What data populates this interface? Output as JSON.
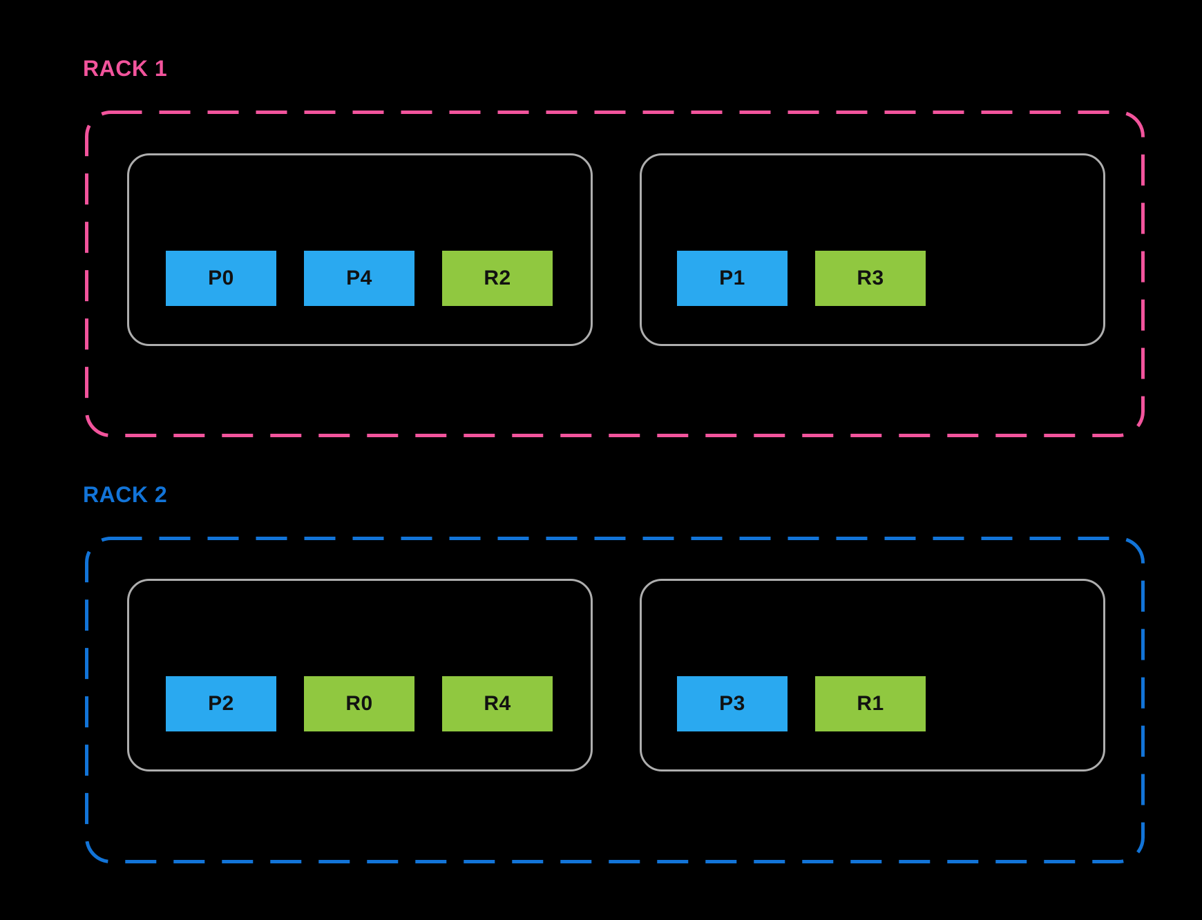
{
  "diagram": {
    "colors": {
      "background": "#000000",
      "rack1_accent": "#F2549C",
      "rack2_accent": "#1274D8",
      "node_border": "#AEAEAE",
      "block_blue": "#2AA9F0",
      "block_green": "#90C840",
      "block_text": "#111111"
    },
    "racks": [
      {
        "label": "RACK 1",
        "accent": "#F2549C",
        "nodes": [
          {
            "blocks": [
              {
                "label": "P0",
                "color": "#2AA9F0"
              },
              {
                "label": "P4",
                "color": "#2AA9F0"
              },
              {
                "label": "R2",
                "color": "#90C840"
              }
            ]
          },
          {
            "blocks": [
              {
                "label": "P1",
                "color": "#2AA9F0"
              },
              {
                "label": "R3",
                "color": "#90C840"
              }
            ]
          }
        ]
      },
      {
        "label": "RACK 2",
        "accent": "#1274D8",
        "nodes": [
          {
            "blocks": [
              {
                "label": "P2",
                "color": "#2AA9F0"
              },
              {
                "label": "R0",
                "color": "#90C840"
              },
              {
                "label": "R4",
                "color": "#90C840"
              }
            ]
          },
          {
            "blocks": [
              {
                "label": "P3",
                "color": "#2AA9F0"
              },
              {
                "label": "R1",
                "color": "#90C840"
              }
            ]
          }
        ]
      }
    ]
  }
}
